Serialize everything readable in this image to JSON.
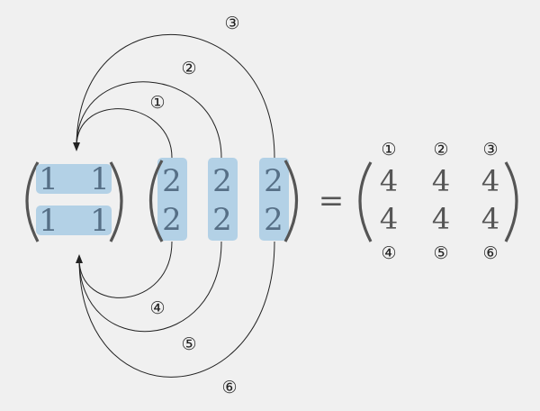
{
  "left_matrix": [
    [
      "1",
      "1"
    ],
    [
      "1",
      "1"
    ]
  ],
  "right_matrix": [
    [
      "2",
      "2",
      "2"
    ],
    [
      "2",
      "2",
      "2"
    ]
  ],
  "equals": "=",
  "result_matrix": [
    [
      "4",
      "4",
      "4"
    ],
    [
      "4",
      "4",
      "4"
    ]
  ],
  "step_labels": [
    "①",
    "②",
    "③",
    "④",
    "⑤",
    "⑥"
  ],
  "colors": {
    "highlight": "#b3d1e6",
    "digit": "#566f86",
    "background": "#f0f0f0"
  }
}
